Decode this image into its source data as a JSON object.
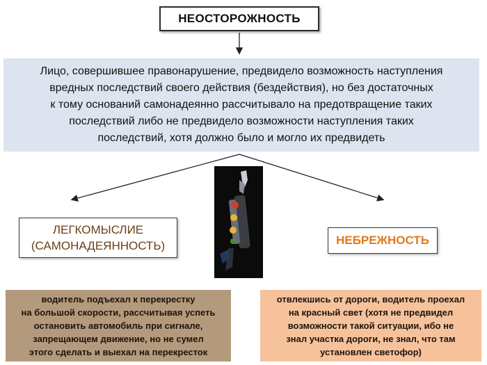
{
  "title": "НЕОСТОРОЖНОСТЬ",
  "definition_lines": [
    "Лицо, совершившее правонарушение, предвидело возможность наступления",
    "вредных последствий своего действия (бездействия), но без достаточных",
    "к тому оснований самонадеянно рассчитывало на предотвращение таких",
    "последствий либо не предвидело возможности наступления таких",
    "последствий, хотя должно было и могло их предвидеть"
  ],
  "left_category": {
    "line1": "ЛЕГКОМЫСЛИЕ",
    "line2": "(САМОНАДЕЯННОСТЬ)"
  },
  "right_category": "НЕБРЕЖНОСТЬ",
  "left_example_lines": [
    "водитель подъехал к перекрестку",
    "на большой скорости, рассчитывая успеть",
    "остановить автомобиль при сигнале,",
    "запрещающем движение, но не сумел",
    "этого сделать и выехал на перекресток"
  ],
  "right_example_lines": [
    "отвлекшись от дороги, водитель проехал",
    "на красный свет (хотя не предвидел",
    "возможности такой ситуации, ибо не",
    "знал участка дороги, не знал, что там",
    "установлен светофор)"
  ],
  "image": {
    "name": "traffic-light"
  },
  "colors": {
    "definition_bg": "#dde4ef",
    "left_example_bg": "#b49a7c",
    "right_example_bg": "#f6c29c",
    "left_category_text": "#6b3f16",
    "right_category_text": "#e07a1c"
  }
}
